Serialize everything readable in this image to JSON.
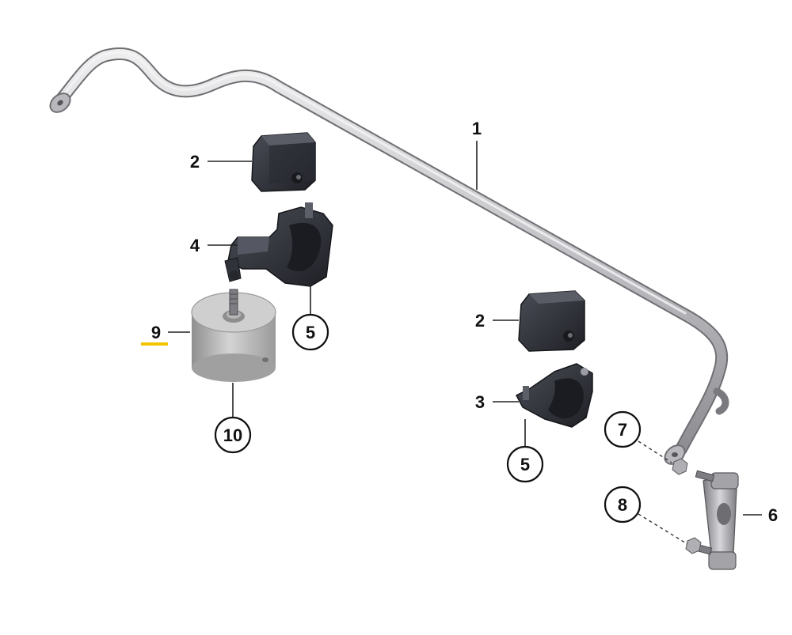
{
  "callouts": {
    "c1": "1",
    "c2a": "2",
    "c2b": "2",
    "c3": "3",
    "c4": "4",
    "c5a": "5",
    "c5b": "5",
    "c6": "6",
    "c7": "7",
    "c8": "8",
    "c9": "9",
    "c10": "10"
  },
  "highlight": {
    "callout": "9",
    "color": "#f2c500"
  },
  "colors": {
    "bar": "#c9c9cc",
    "bushing": "#2c2e35",
    "bracket": "#3c404a",
    "weight": "#bdbdbd"
  }
}
